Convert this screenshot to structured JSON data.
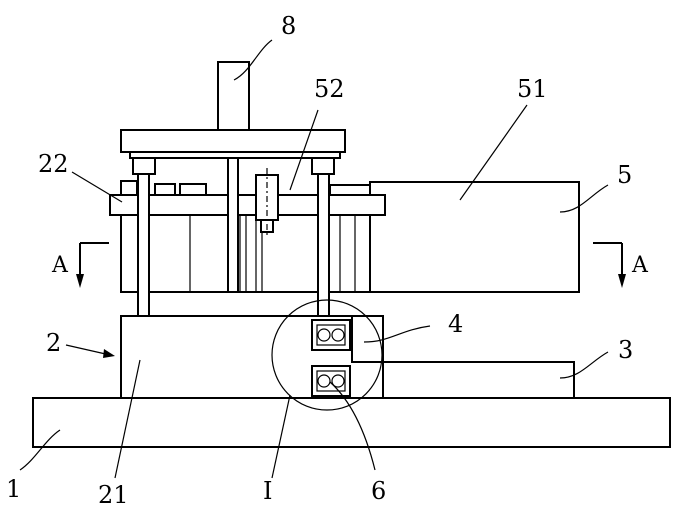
{
  "drawing": {
    "labels": {
      "l8": "8",
      "l52": "52",
      "l51": "51",
      "l22": "22",
      "l5": "5",
      "lA_left": "A",
      "lA_right": "A",
      "l4": "4",
      "l2": "2",
      "l3": "3",
      "l1": "1",
      "l21": "21",
      "lI": "I",
      "l6": "6"
    }
  }
}
